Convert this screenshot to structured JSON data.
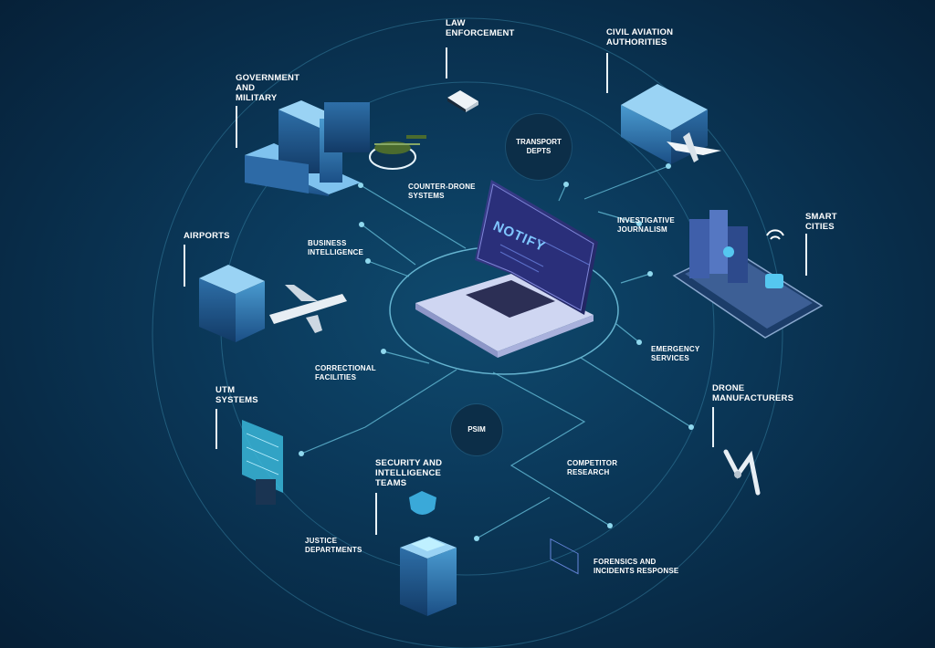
{
  "center": {
    "screen_text": "NOTIFY"
  },
  "bubbles": {
    "transport": "TRANSPORT\nDEPTS",
    "psim": "PSIM"
  },
  "categories": {
    "law_enforcement": "LAW\nENFORCEMENT",
    "civil_aviation": "CIVIL AVIATION\nAUTHORITIES",
    "government_military": "GOVERNMENT\nAND\nMILITARY",
    "airports": "AIRPORTS",
    "smart_cities": "SMART\nCITIES",
    "utm_systems": "UTM\nSYSTEMS",
    "drone_manufacturers": "DRONE\nMANUFACTURERS",
    "security_intelligence": "SECURITY AND\nINTELLIGENCE\nTEAMS"
  },
  "connections": {
    "counter_drone": "COUNTER-DRONE\nSYSTEMS",
    "business_intelligence": "BUSINESS\nINTELLIGENCE",
    "investigative_journalism": "INVESTIGATIVE\nJOURNALISM",
    "emergency_services": "EMERGENCY\nSERVICES",
    "correctional_facilities": "CORRECTIONAL\nFACILITIES",
    "competitor_research": "COMPETITOR\nRESEARCH",
    "justice_departments": "JUSTICE\nDEPARTMENTS",
    "forensics": "FORENSICS AND\nINCIDENTS RESPONSE"
  },
  "colors": {
    "background": "#0b3a5c",
    "line": "#5fb4cf",
    "node": "#8fd8ee",
    "bubble": "#0c2e48"
  }
}
